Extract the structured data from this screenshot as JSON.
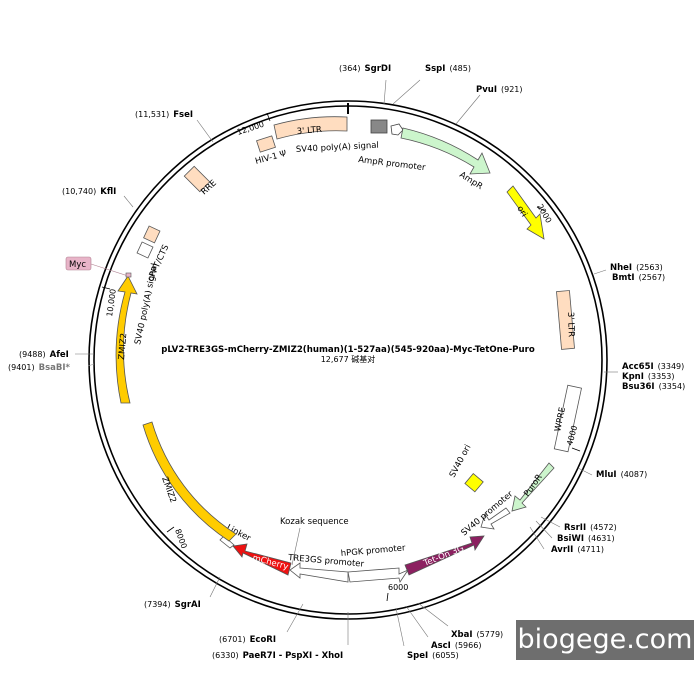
{
  "plasmid": {
    "name": "pLV2-TRE3GS-mCherry-ZMIZ2(human)(1-527aa)(545-920aa)-Myc-TetOne-Puro",
    "size_label": "12,677 碱基对",
    "length_bp": 12677
  },
  "tick_labels": [
    {
      "pos": 2000,
      "label": "2000"
    },
    {
      "pos": 4000,
      "label": "4000"
    },
    {
      "pos": 6000,
      "label": "6000"
    },
    {
      "pos": 8000,
      "label": "8000"
    },
    {
      "pos": 10000,
      "label": "10,000"
    },
    {
      "pos": 12000,
      "label": "12,000"
    }
  ],
  "sites": [
    {
      "name": "SgrDI",
      "pos_label": "(364)",
      "pos": 364
    },
    {
      "name": "SspI",
      "pos_label": "(485)",
      "pos": 485
    },
    {
      "name": "PvuI",
      "pos_label": "(921)",
      "pos": 921
    },
    {
      "name": "NheI",
      "pos_label": "(2563)",
      "pos": 2563
    },
    {
      "name": "BmtI",
      "pos_label": "(2567)",
      "pos": 2567
    },
    {
      "name": "Acc65I",
      "pos_label": "(3349)",
      "pos": 3349
    },
    {
      "name": "KpnI",
      "pos_label": "(3353)",
      "pos": 3353
    },
    {
      "name": "Bsu36I",
      "pos_label": "(3354)",
      "pos": 3354
    },
    {
      "name": "MluI",
      "pos_label": "(4087)",
      "pos": 4087
    },
    {
      "name": "RsrII",
      "pos_label": "(4572)",
      "pos": 4572
    },
    {
      "name": "BsiWI",
      "pos_label": "(4631)",
      "pos": 4631
    },
    {
      "name": "AvrII",
      "pos_label": "(4711)",
      "pos": 4711
    },
    {
      "name": "XbaI",
      "pos_label": "(5779)",
      "pos": 5779
    },
    {
      "name": "AscI",
      "pos_label": "(5966)",
      "pos": 5966
    },
    {
      "name": "SpeI",
      "pos_label": "(6055)",
      "pos": 6055
    },
    {
      "name": "PaeR7I - PspXI - XhoI",
      "pos_label": "(6330)",
      "pos": 6330
    },
    {
      "name": "EcoRI",
      "pos_label": "(6701)",
      "pos": 6701
    },
    {
      "name": "SgrAI",
      "pos_label": "(7394)",
      "pos": 7394
    },
    {
      "name": "AfeI",
      "pos_label": "(9488)",
      "pos": 9488
    },
    {
      "name": "BsaBI*",
      "pos_label": "(9401)",
      "pos": 9401,
      "gray": true
    },
    {
      "name": "KflI",
      "pos_label": "(10,740)",
      "pos": 10740
    },
    {
      "name": "FseI",
      "pos_label": "(11,531)",
      "pos": 11531
    }
  ],
  "features": [
    {
      "name": "AmpR promoter",
      "color": "#ffffff"
    },
    {
      "name": "AmpR",
      "color": "#ccf5cc"
    },
    {
      "name": "ori",
      "color": "#ffff00"
    },
    {
      "name": "3' LTR",
      "color": "#ffddc0"
    },
    {
      "name": "WPRE",
      "color": "#ffffff"
    },
    {
      "name": "PuroR",
      "color": "#ccf5cc"
    },
    {
      "name": "SV40 promoter",
      "color": "#ffffff"
    },
    {
      "name": "SV40 ori",
      "color": "#ffff00"
    },
    {
      "name": "Tet-On 3G",
      "color": "#8c2060"
    },
    {
      "name": "hPGK promoter",
      "color": "#ffffff"
    },
    {
      "name": "TRE3GS promoter",
      "color": "#ffffff"
    },
    {
      "name": "Kozak sequence",
      "color": "#ffffff"
    },
    {
      "name": "mCherry",
      "color": "#ee1111"
    },
    {
      "name": "Linker",
      "color": "#ffffff"
    },
    {
      "name": "ZMIZ2",
      "color": "#ffcc00"
    },
    {
      "name": "Myc",
      "color": "#e8b4c8"
    },
    {
      "name": "SV40 poly(A) signal",
      "color": "#ffffff"
    },
    {
      "name": "cPPT/CTS",
      "color": "#ffddc0"
    },
    {
      "name": "RRE",
      "color": "#ffddc0"
    },
    {
      "name": "HIV-1 Ψ",
      "color": "#ffddc0"
    },
    {
      "name": "3' LTR",
      "color": "#ffddc0"
    },
    {
      "name": "SV40 poly(A) signal",
      "color": "#888888"
    }
  ],
  "watermark": "biogege.com"
}
